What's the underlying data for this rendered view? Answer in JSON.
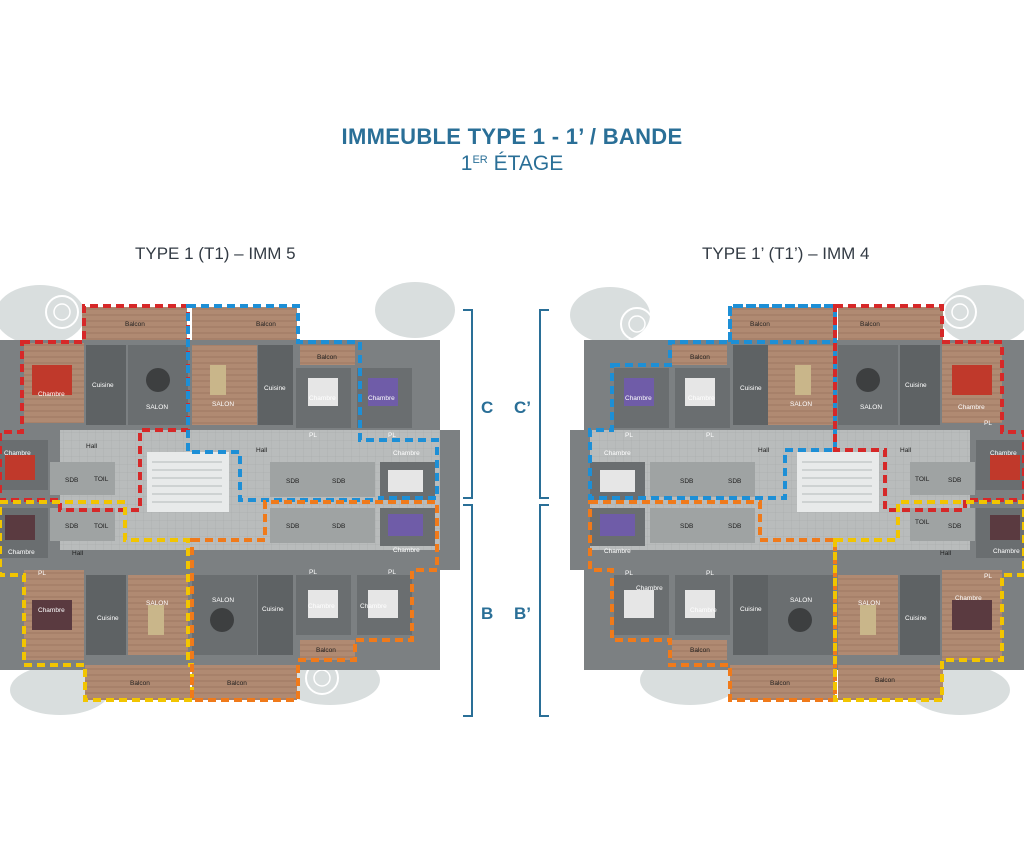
{
  "header": {
    "title": "IMMEUBLE TYPE 1 - 1’ / BANDE",
    "subtitle_prefix": "1",
    "subtitle_sup": "ER",
    "subtitle_rest": "ÉTAGE"
  },
  "left_plan": {
    "label": "TYPE 1 (T1) – IMM 5"
  },
  "right_plan": {
    "label": "TYPE 1’ (T1’) – IMM 4"
  },
  "brackets": {
    "c": "C",
    "c_prime": "C’",
    "b": "B",
    "b_prime": "B’"
  },
  "rooms": {
    "balcon": "Balcon",
    "cuisine": "Cuisine",
    "salon": "SALON",
    "chambre": "Chambre",
    "hall": "Hall",
    "sdb": "SDB",
    "toil": "TOIL",
    "pl": "PL"
  },
  "colors": {
    "red": "#d62828",
    "blue": "#1d8fd6",
    "yellow": "#f2c500",
    "orange": "#f07a1a",
    "title": "#2a6f97"
  }
}
